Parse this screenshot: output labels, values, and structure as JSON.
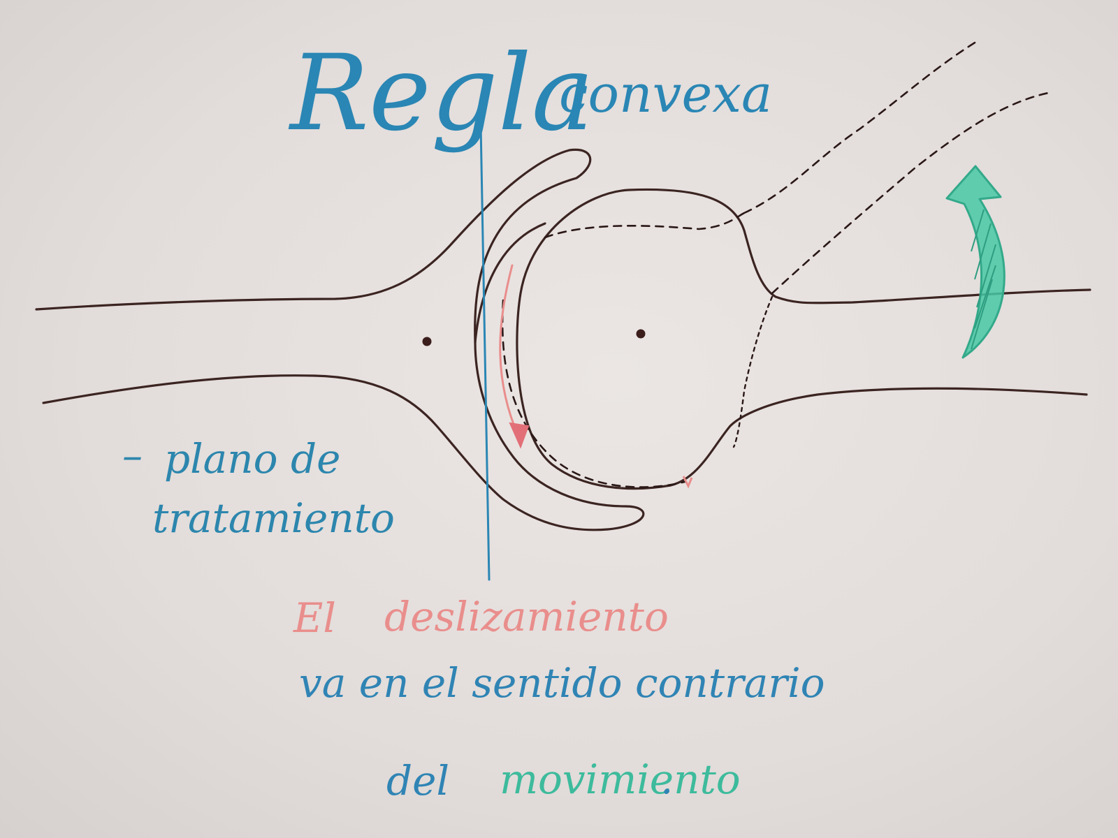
{
  "title": {
    "main": "Regla",
    "sub": "convexa"
  },
  "labels": {
    "dash": "–",
    "plane_line1": "plano de",
    "plane_line2": "tratamiento"
  },
  "caption": {
    "line1_part1": "El",
    "line1_part2": "deslizamiento",
    "line2": "va en el sentido contrario",
    "line3_part1": "del",
    "line3_part2": "movimiento",
    "line3_period": "."
  },
  "colors": {
    "paper": "#e3dddb",
    "bone_ink": "#3b2421",
    "blue_ink": "#2a86b4",
    "pink_ink": "#e98e8c",
    "green_ink": "#3dbb9c"
  },
  "icons": {
    "glide_arrow": "arrow-down-icon",
    "movement_arrow": "arrow-up-icon"
  }
}
